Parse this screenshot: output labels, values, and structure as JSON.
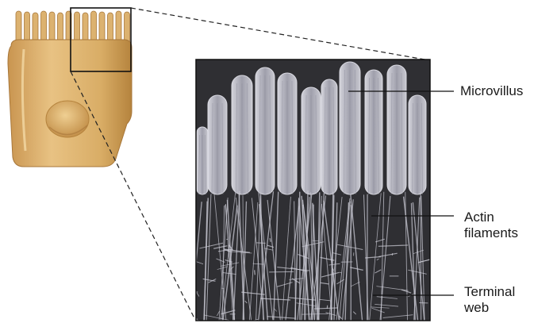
{
  "figure": {
    "labels": {
      "microvillus": "Microvillus",
      "actin_line1": "Actin",
      "actin_line2": "filaments",
      "terminal_line1": "Terminal",
      "terminal_line2": "web"
    },
    "colors": {
      "cell_fill": "#d9ad66",
      "cell_shadow": "#b5833d",
      "cell_highlight": "#f3d79f",
      "micrograph_bg": "#3b3b3b",
      "micrograph_strands": "#c8c8d2",
      "leader_line": "#111111"
    }
  }
}
